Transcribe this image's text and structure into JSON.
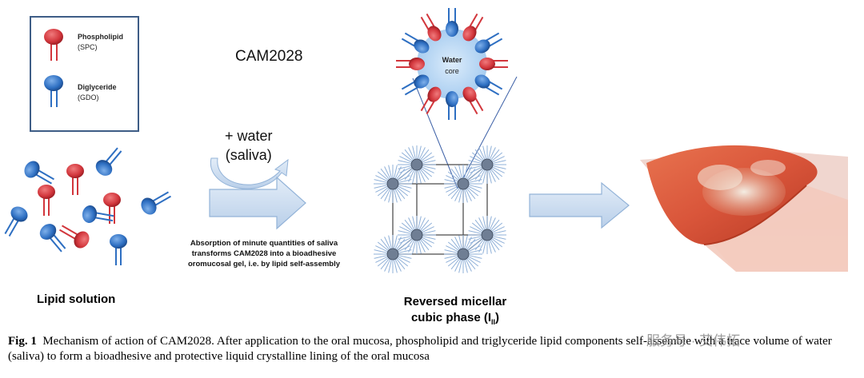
{
  "legend": {
    "items": [
      {
        "name": "Phospholipid",
        "sub": "(SPC)",
        "color": "#d2363c"
      },
      {
        "name": "Diglyceride",
        "sub": "(GDO)",
        "color": "#2e6fc2"
      }
    ]
  },
  "title": "CAM2028",
  "water_label": [
    "+ water",
    "(saliva)"
  ],
  "absorption_text": [
    "Absorption of minute quantities of saliva",
    "transforms CAM2028 into a bioadhesive",
    "oromucosal gel, i.e. by lipid self-assembly"
  ],
  "lipid_solution_label": "Lipid solution",
  "micelle_core_label": [
    "Water",
    "core"
  ],
  "phase_label": {
    "line1": "Reversed micellar",
    "line2": "cubic phase (I",
    "sub": "II",
    "close": ")"
  },
  "caption": {
    "fig": "Fig. 1",
    "text": "Mechanism of action of CAM2028. After application to the oral mucosa, phospholipid and triglyceride lipid components self-assemble with a trace volume of water (saliva) to form a bioadhesive and protective liquid crystalline lining of the oral mucosa"
  },
  "watermark": "服务号 · 艾伟拓",
  "colors": {
    "phospholipid": "#d2363c",
    "diglyceride": "#2e6fc2",
    "arrow": "#c9d9ee",
    "arrow_edge": "#93b3d8",
    "legend_border": "#3e5d86",
    "tissue": "#d9553a"
  }
}
